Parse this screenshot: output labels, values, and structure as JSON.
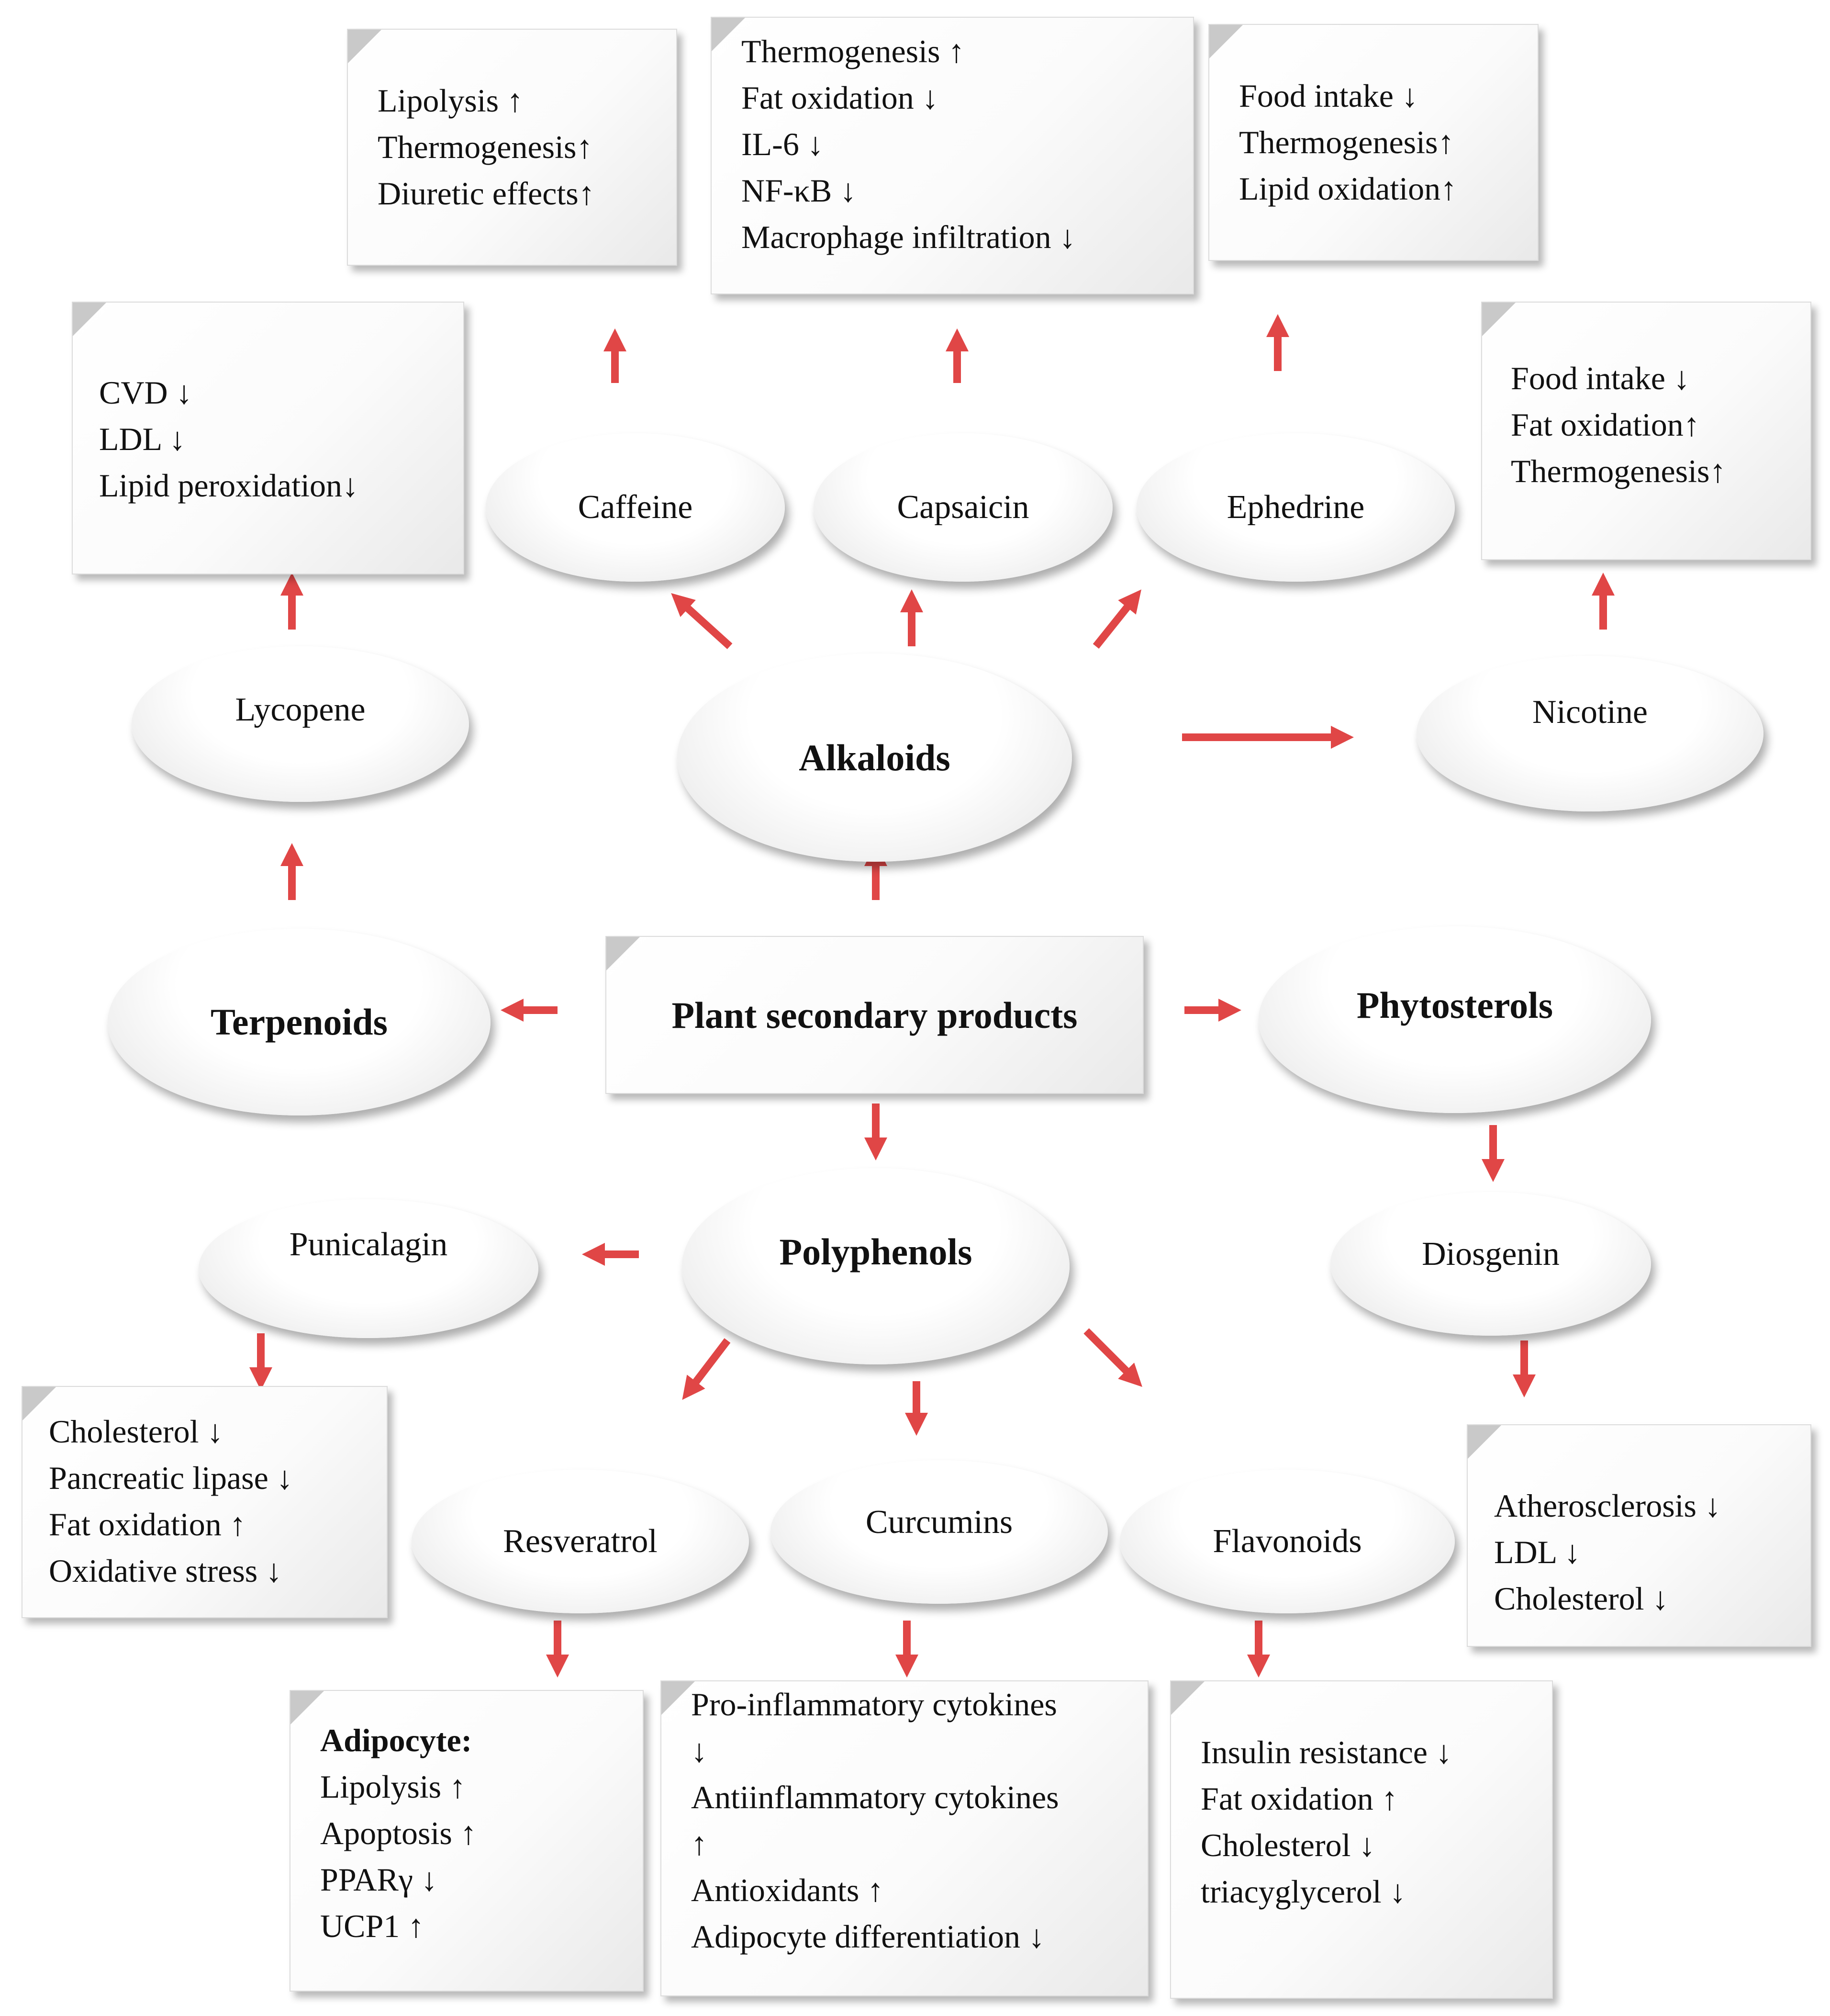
{
  "colors": {
    "arrow": "#e04646",
    "text": "#111111"
  },
  "nodes": {
    "plant": "Plant secondary products",
    "alkaloids": "Alkaloids",
    "terpenoids": "Terpenoids",
    "phytosterols": "Phytosterols",
    "polyphenols": "Polyphenols",
    "caffeine": "Caffeine",
    "capsaicin": "Capsaicin",
    "ephedrine": "Ephedrine",
    "nicotine": "Nicotine",
    "lycopene": "Lycopene",
    "punicalagin": "Punicalagin",
    "diosgenin": "Diosgenin",
    "resveratrol": "Resveratrol",
    "curcumins": "Curcumins",
    "flavonoids": "Flavonoids"
  },
  "effects": {
    "caffeine": [
      "Lipolysis ↑",
      "Thermogenesis↑",
      "Diuretic effects↑"
    ],
    "capsaicin": [
      "Thermogenesis ↑",
      "Fat oxidation ↓",
      "IL-6 ↓",
      "NF-κB ↓",
      "Macrophage infiltration ↓"
    ],
    "ephedrine": [
      "Food intake ↓",
      "Thermogenesis↑",
      "Lipid oxidation↑"
    ],
    "nicotine": [
      "Food intake ↓",
      "Fat oxidation↑",
      "Thermogenesis↑"
    ],
    "lycopene": [
      "CVD ↓",
      "LDL ↓",
      "Lipid peroxidation↓"
    ],
    "punicalagin": [
      "Cholesterol  ↓",
      "Pancreatic lipase ↓",
      "Fat oxidation ↑",
      "Oxidative stress ↓"
    ],
    "diosgenin": [
      "Atherosclerosis ↓",
      "LDL ↓",
      "Cholesterol ↓"
    ],
    "resveratrol_head": "Adipocyte:",
    "resveratrol": [
      "Lipolysis ↑",
      "Apoptosis ↑",
      "PPARγ ↓",
      "UCP1 ↑"
    ],
    "curcumins": [
      "Pro-inflammatory cytokines",
      "↓",
      "Antiinflammatory cytokines",
      "↑",
      "Antioxidants ↑",
      "Adipocyte differentiation ↓"
    ],
    "flavonoids": [
      "Insulin resistance ↓",
      "Fat oxidation ↑",
      "Cholesterol ↓",
      "triacyglycerol ↓"
    ]
  }
}
